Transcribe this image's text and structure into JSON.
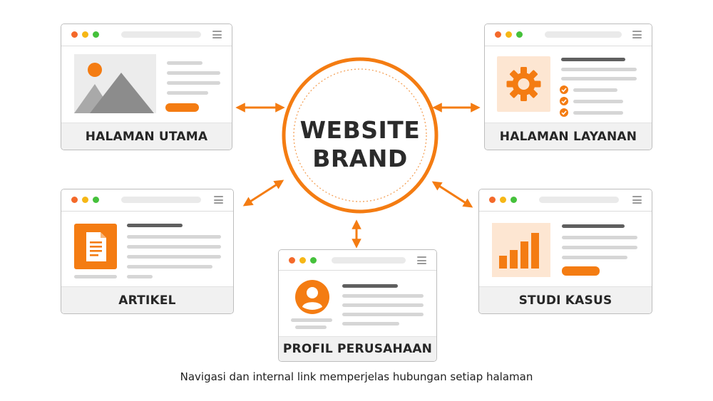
{
  "center": {
    "title_line1": "WEBSITE",
    "title_line2": "BRAND"
  },
  "pages": [
    {
      "id": "home",
      "label": "HALAMAN UTAMA",
      "icon": "image-placeholder-icon"
    },
    {
      "id": "services",
      "label": "HALAMAN LAYANAN",
      "icon": "gear-icon"
    },
    {
      "id": "articles",
      "label": "ARTIKEL",
      "icon": "document-icon"
    },
    {
      "id": "case_studies",
      "label": "STUDI KASUS",
      "icon": "bar-chart-icon"
    },
    {
      "id": "company_profile",
      "label": "PROFIL PERUSAHAAN",
      "icon": "user-avatar-icon"
    }
  ],
  "caption": "Navigasi dan internal link memperjelas hubungan setiap halaman",
  "colors": {
    "accent": "#f47c12",
    "accent_light": "#fde6d2",
    "text": "#262626",
    "line": "#d6d6d6"
  }
}
